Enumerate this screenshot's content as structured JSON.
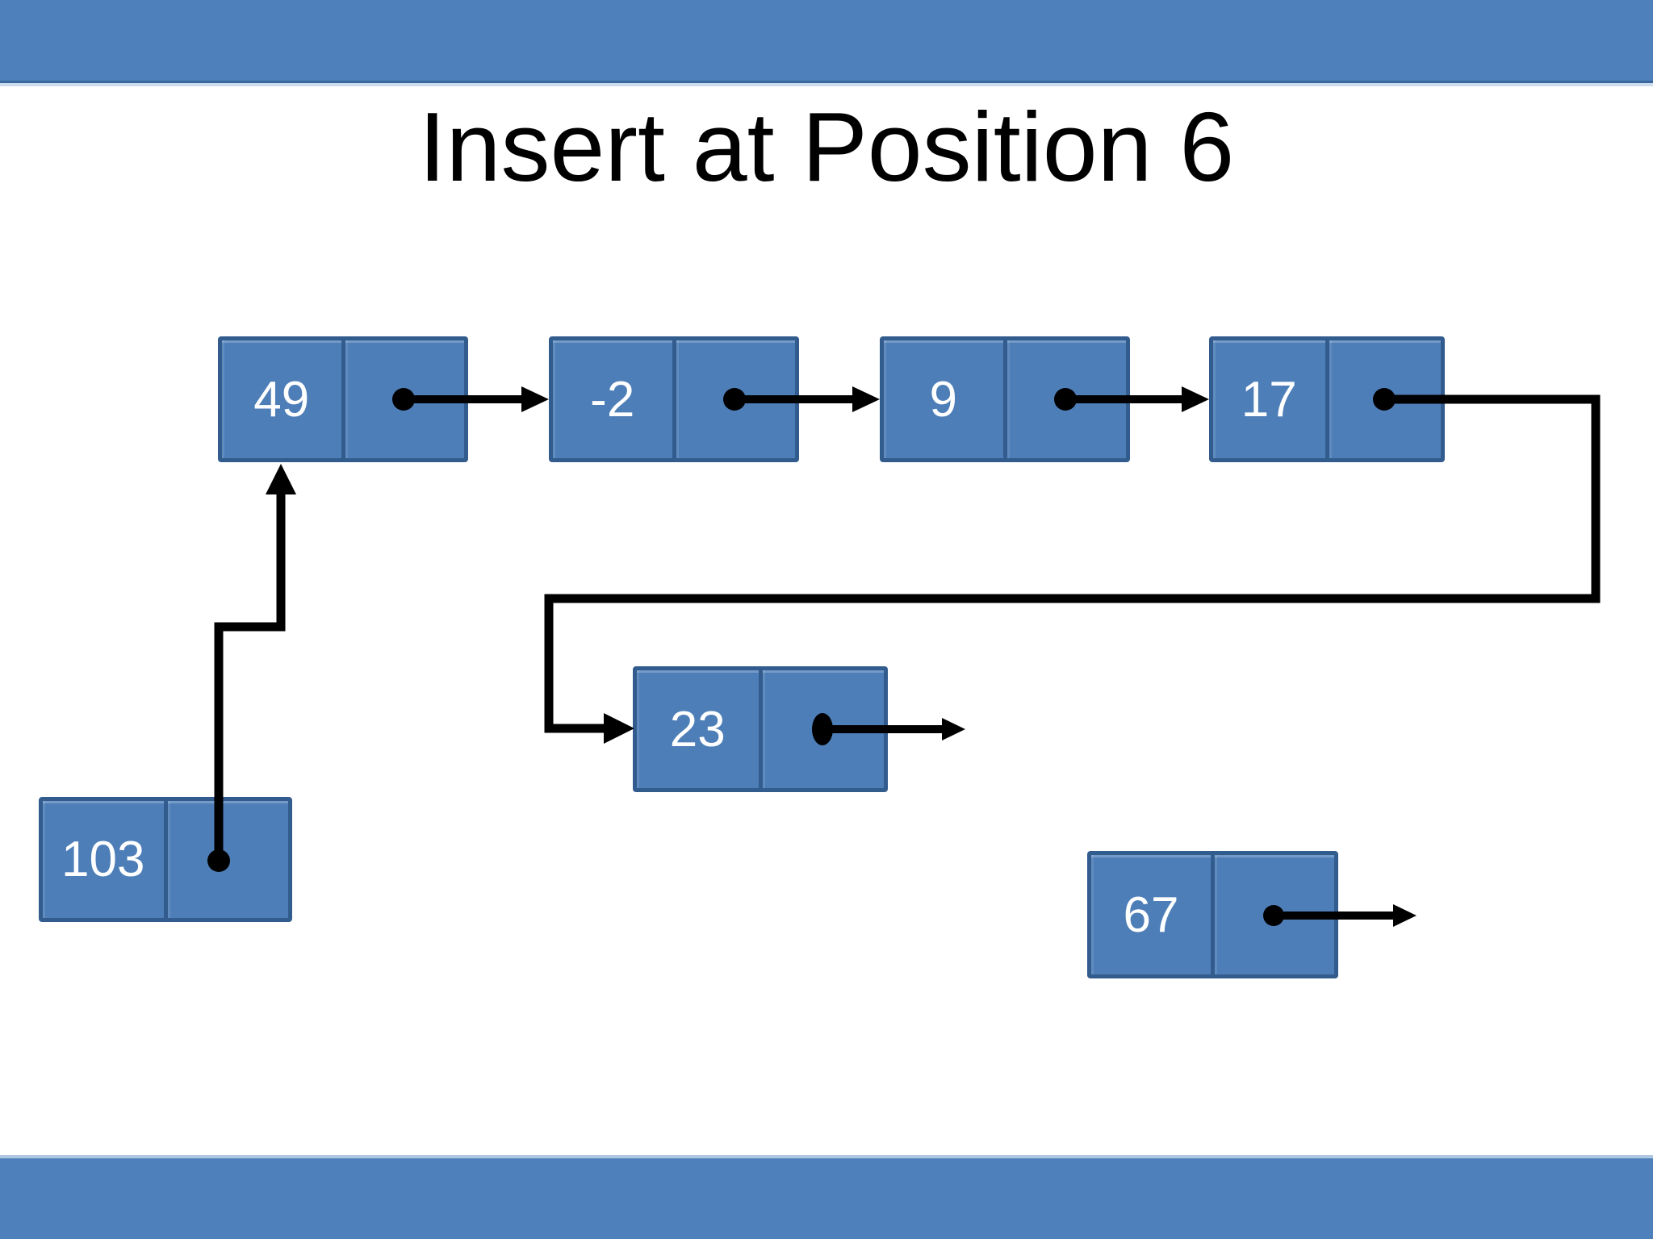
{
  "slide": {
    "title": "Insert at Position 6"
  },
  "diagram": {
    "type": "singly-linked-list",
    "nodes": [
      {
        "value": "49",
        "pointer_target": "-2"
      },
      {
        "value": "-2",
        "pointer_target": "9"
      },
      {
        "value": "9",
        "pointer_target": "17"
      },
      {
        "value": "17",
        "pointer_target": "23"
      },
      {
        "value": "23",
        "pointer_target": "unattached-arrow"
      },
      {
        "value": "103",
        "pointer_target": "49"
      },
      {
        "value": "67",
        "pointer_target": "unattached-arrow"
      }
    ],
    "links": [
      {
        "from": "49",
        "to": "-2"
      },
      {
        "from": "-2",
        "to": "9"
      },
      {
        "from": "9",
        "to": "17"
      },
      {
        "from": "17",
        "to": "23"
      },
      {
        "from": "103",
        "to": "49"
      },
      {
        "from": "23",
        "to": null
      },
      {
        "from": "67",
        "to": null
      }
    ]
  },
  "colors": {
    "accent_bar": "#4E80BC",
    "bar_edge_dark": "#3A669E",
    "bar_edge_light": "#CADCEE",
    "node_fill": "#4E7EB8",
    "node_border": "#335C8E",
    "node_text": "#FFFFFF",
    "arrow": "#000000",
    "title_text": "#000000",
    "background": "#FFFFFF"
  }
}
